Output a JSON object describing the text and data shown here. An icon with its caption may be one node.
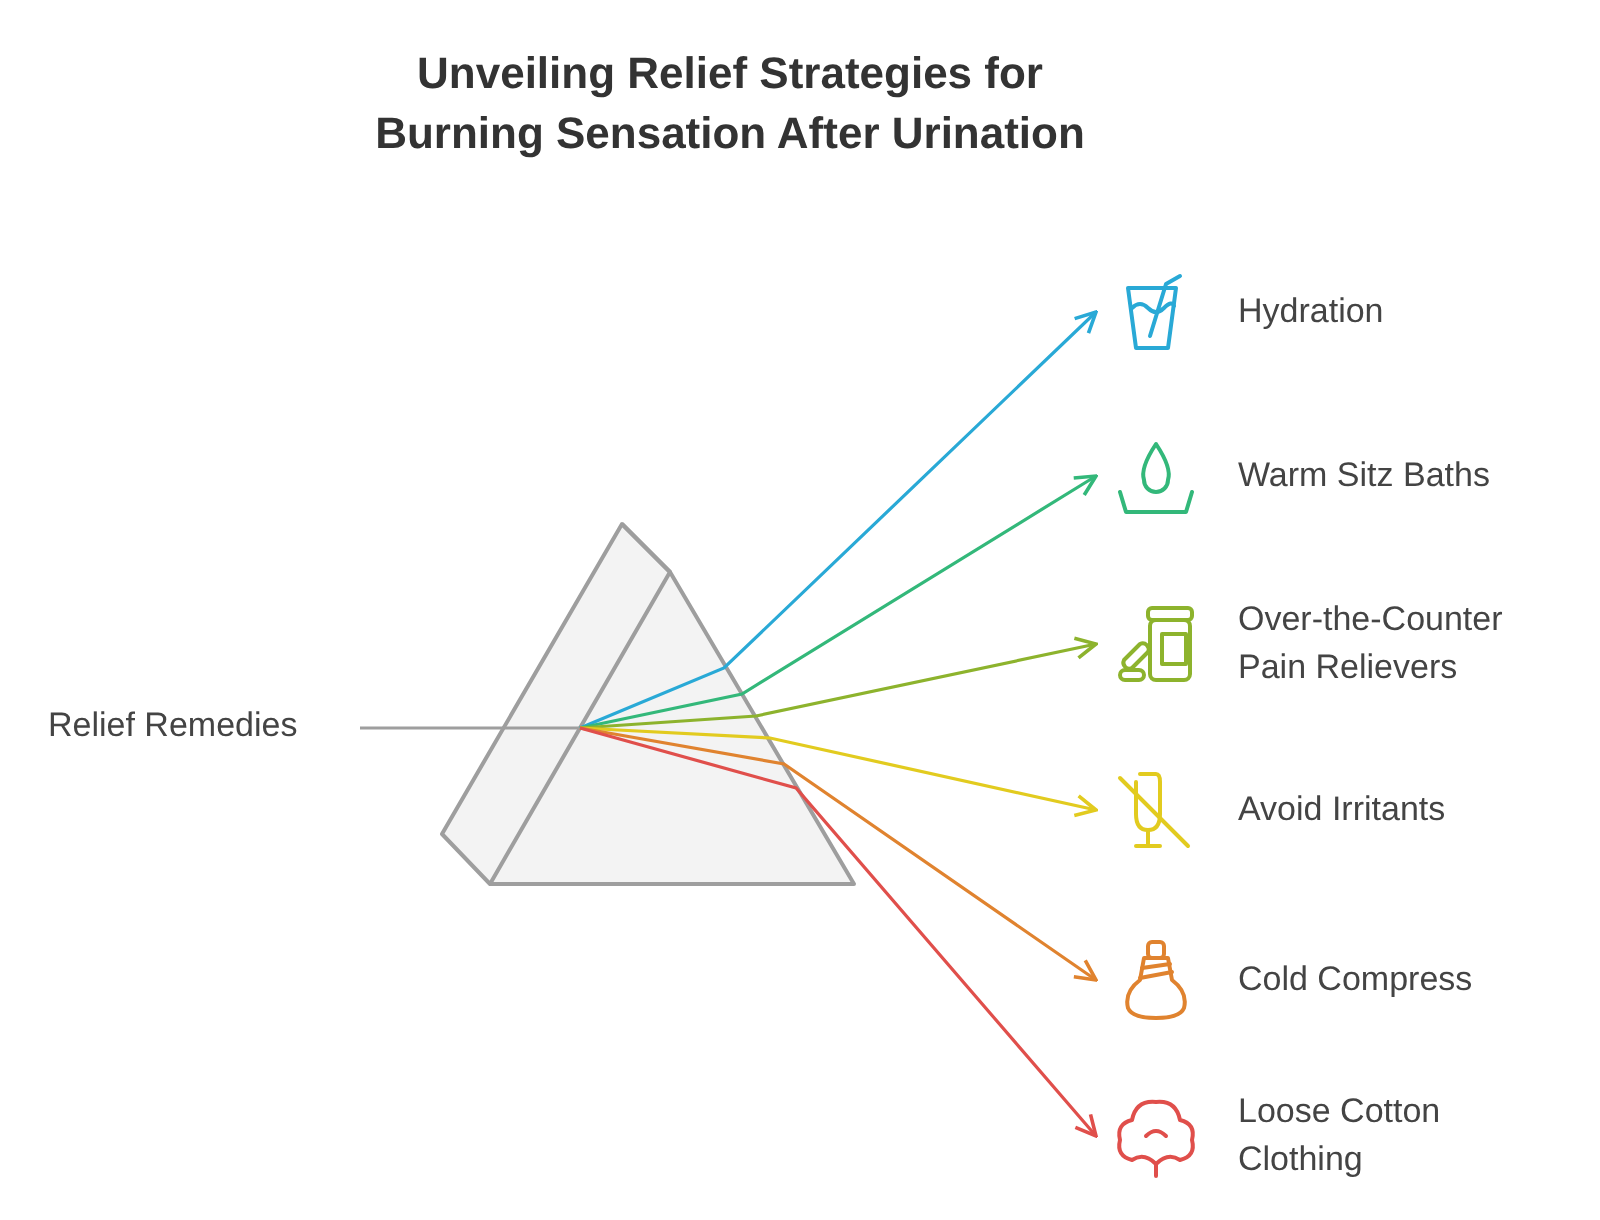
{
  "diagram": {
    "title": "Unveiling Relief Strategies for Burning Sensation After Urination",
    "nodes": [
      {
        "text": [
          "Relief Remedies"
        ]
      },
      {
        "text": [],
        "shape": "prism"
      },
      {
        "text": [
          "Hydration"
        ]
      },
      {
        "text": [
          "Warm Sitz Baths"
        ]
      },
      {
        "text": [
          "Over-the-Counter Pain Relievers"
        ]
      },
      {
        "text": [
          "Avoid Irritants"
        ]
      },
      {
        "text": [
          "Cold Compress"
        ]
      },
      {
        "text": [
          "Loose Cotton Clothing"
        ]
      }
    ],
    "edges": [
      {
        "from": 0,
        "to": 1,
        "arrow": "none",
        "color": "#9e9e9e"
      },
      {
        "from": 1,
        "to": 2,
        "arrow": "to",
        "color": "#29a9d6"
      },
      {
        "from": 1,
        "to": 3,
        "arrow": "to",
        "color": "#33b87a"
      },
      {
        "from": 1,
        "to": 4,
        "arrow": "to",
        "color": "#8db32d"
      },
      {
        "from": 1,
        "to": 5,
        "arrow": "to",
        "color": "#e2cb1f"
      },
      {
        "from": 1,
        "to": 6,
        "arrow": "to",
        "color": "#e0832f"
      },
      {
        "from": 1,
        "to": 7,
        "arrow": "to",
        "color": "#e04f4b"
      }
    ]
  }
}
